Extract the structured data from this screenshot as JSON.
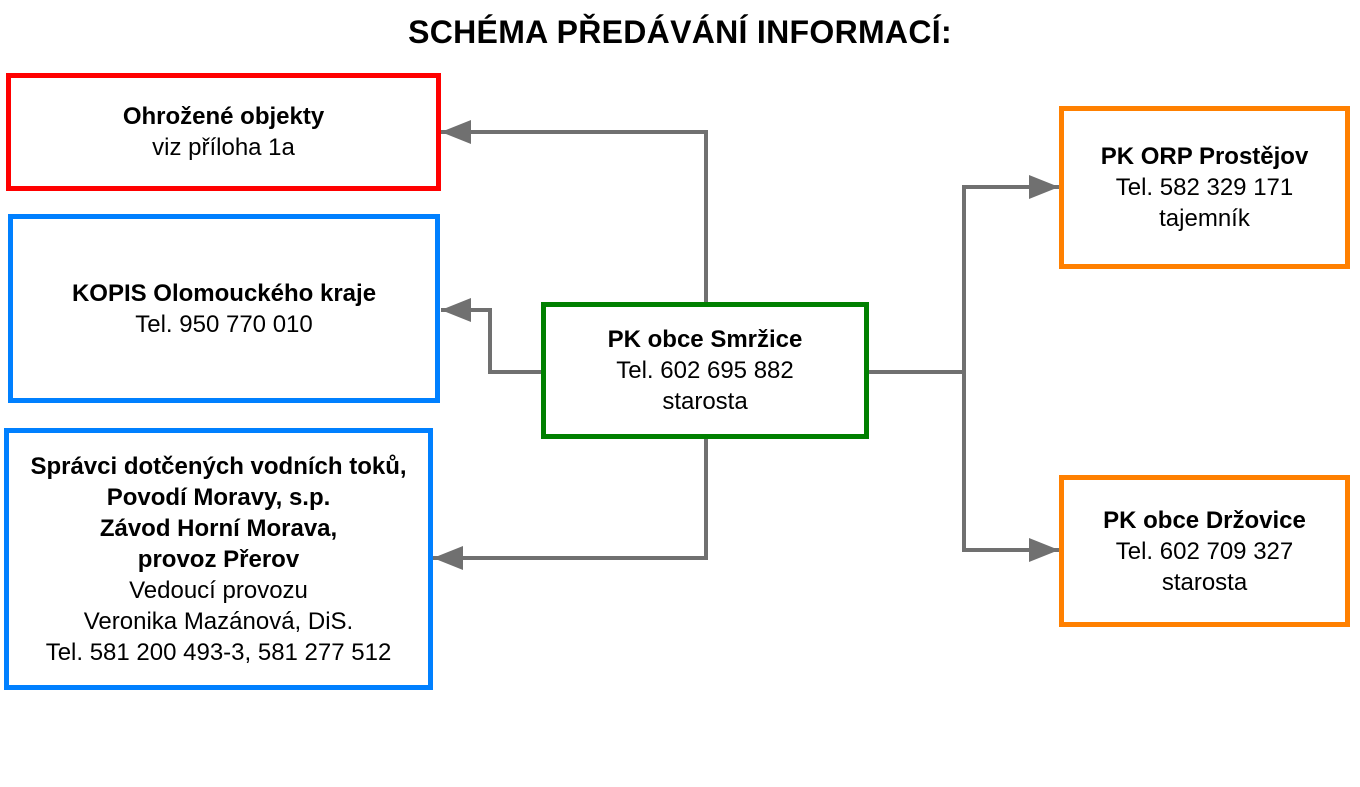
{
  "title": "SCHÉMA PŘEDÁVÁNÍ INFORMACÍ:",
  "colors": {
    "red": "#ff0000",
    "blue": "#0080ff",
    "green": "#008000",
    "orange": "#ff8000",
    "connector": "#707070"
  },
  "nodes": {
    "ohrozene": {
      "name": "Ohrožené objekty",
      "lines": [
        "viz příloha 1a"
      ]
    },
    "kopis": {
      "name": "KOPIS Olomouckého kraje",
      "lines": [
        "Tel. 950 770 010"
      ]
    },
    "spravci": {
      "name_lines": [
        "Správci dotčených vodních toků,",
        "Povodí Moravy, s.p.",
        "Závod Horní Morava,",
        "provoz Přerov"
      ],
      "lines": [
        "Vedoucí provozu",
        "Veronika Mazánová, DiS.",
        "Tel. 581 200 493-3, 581 277 512"
      ]
    },
    "center": {
      "name": "PK obce Smržice",
      "lines": [
        "Tel. 602 695 882",
        "starosta"
      ]
    },
    "orp": {
      "name": "PK ORP Prostějov",
      "lines": [
        "Tel. 582 329 171",
        "tajemník"
      ]
    },
    "drzovice": {
      "name": "PK obce Držovice",
      "lines": [
        "Tel. 602 709 327",
        "starosta"
      ]
    }
  }
}
